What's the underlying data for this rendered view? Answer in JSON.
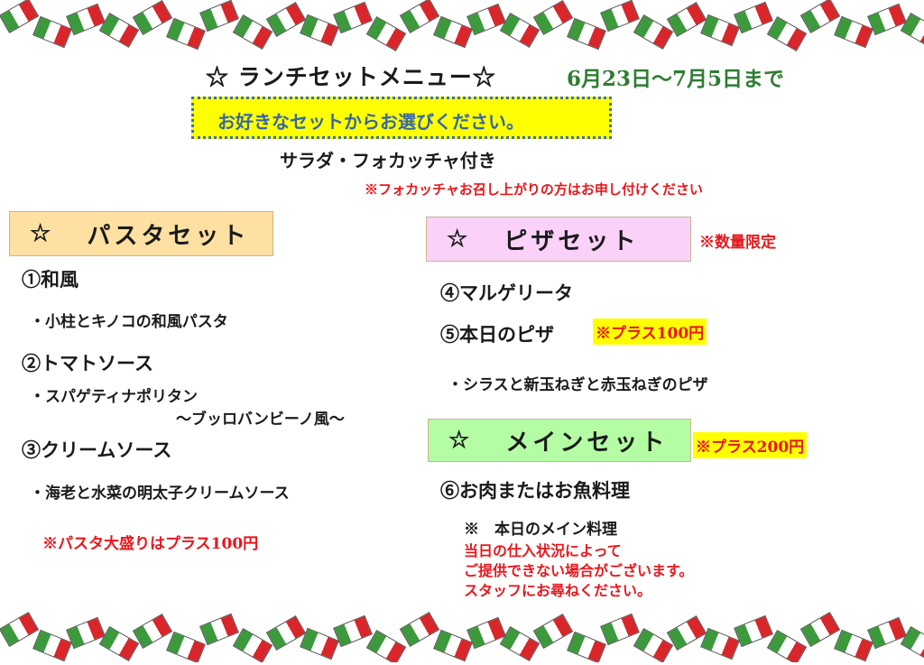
{
  "header": {
    "title": "☆ ランチセットメニュー☆",
    "date": "6月23日～7月5日まで",
    "choose_banner": "お好きなセットからお選びください。",
    "includes": "サラダ・フォカッチャ付き",
    "focaccia_note": "※フォカッチャお召し上がりの方はお申し付けください"
  },
  "pasta": {
    "heading_star": "☆",
    "heading": "パスタセット",
    "heading_bg": "#fde0a2",
    "item1_title": "①和風",
    "item1_desc": "・小柱とキノコの和風パスタ",
    "item2_title": "②トマトソース",
    "item2_desc_line1": "・スパゲティナポリタン",
    "item2_desc_line2": "～ブッロバンビーノ風～",
    "item3_title": "③クリームソース",
    "item3_desc": "・海老と水菜の明太子クリームソース",
    "note": "※パスタ大盛りはプラス100円"
  },
  "pizza": {
    "heading_star": "☆",
    "heading": "ピザセット",
    "heading_bg": "#fad1f8",
    "limited_note": "※数量限定",
    "item4_title": "④マルゲリータ",
    "item5_title": "⑤本日のピザ",
    "item5_surcharge": "※プラス100円",
    "item5_desc": "・シラスと新玉ねぎと赤玉ねぎのピザ"
  },
  "main": {
    "heading_star": "☆",
    "heading": "メインセット",
    "heading_bg": "#b4fda4",
    "surcharge": "※プラス200円",
    "item6_title": "⑥お肉またはお魚料理",
    "sub_title": "※　本日のメイン料理",
    "note_line1": "当日の仕入状況によって",
    "note_line2": "ご提供できない場合がございます。",
    "note_line3": "スタッフにお尋ねください。"
  },
  "colors": {
    "flag_green": "#3c9a3c",
    "flag_white": "#ffffff",
    "flag_red": "#d8262b",
    "highlight_yellow": "#ffff00",
    "note_red": "#e8171d",
    "date_green": "#2e7d32",
    "banner_text_blue": "#3567a6"
  }
}
